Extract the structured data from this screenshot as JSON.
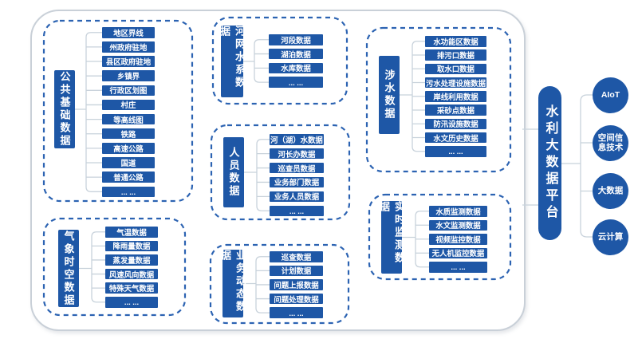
{
  "platform": {
    "title": "水利大数据平台"
  },
  "technologies": [
    {
      "id": "aiot",
      "label": "AIoT"
    },
    {
      "id": "spatial-info",
      "label": "空间信息技术"
    },
    {
      "id": "big-data",
      "label": "大数据"
    },
    {
      "id": "cloud-computing",
      "label": "云计算"
    }
  ],
  "groups": [
    {
      "id": "public-basic-data",
      "label": "公共基础数据",
      "items": [
        "地区界线",
        "州政府驻地",
        "县区政府驻地",
        "乡镇界",
        "行政区划图",
        "村庄",
        "等高线图",
        "铁路",
        "高速公路",
        "国道",
        "普通公路",
        "... ..."
      ]
    },
    {
      "id": "river-network-data",
      "label": "河网水系数据",
      "items": [
        "河段数据",
        "湖泊数据",
        "水库数据",
        "... ..."
      ]
    },
    {
      "id": "personnel-data",
      "label": "人员数据",
      "items": [
        "河（湖）水数据",
        "河长办数据",
        "巡查员数据",
        "业务部门数据",
        "业务人员数据",
        "... ..."
      ]
    },
    {
      "id": "water-related-data",
      "label": "涉水数据",
      "items": [
        "水功能区数据",
        "排污口数据",
        "取水口数据",
        "污水处理设施数据",
        "岸线利用数据",
        "采砂点数据",
        "防汛设施数据",
        "水文历史数据",
        "... ..."
      ]
    },
    {
      "id": "realtime-monitoring-data",
      "label": "实时监测数据",
      "items": [
        "水质监测数据",
        "水文监测数据",
        "视频监控数据",
        "无人机监控数据",
        "... ..."
      ]
    },
    {
      "id": "meteo-spatiotemporal-data",
      "label": "气象时空数据",
      "items": [
        "气温数据",
        "降雨量数据",
        "蒸发量数据",
        "风速风向数据",
        "特殊天气数据",
        "... ..."
      ]
    },
    {
      "id": "business-dynamic-data",
      "label": "业务动态数据",
      "items": [
        "巡查数据",
        "计划数据",
        "问题上报数据",
        "问题处理数据",
        "... ..."
      ]
    }
  ],
  "colors": {
    "node_blue": "#1E57A6",
    "dashed_border": "#2C63B2",
    "connector": "#C8D2DB",
    "container_border": "#C9D0D8"
  }
}
